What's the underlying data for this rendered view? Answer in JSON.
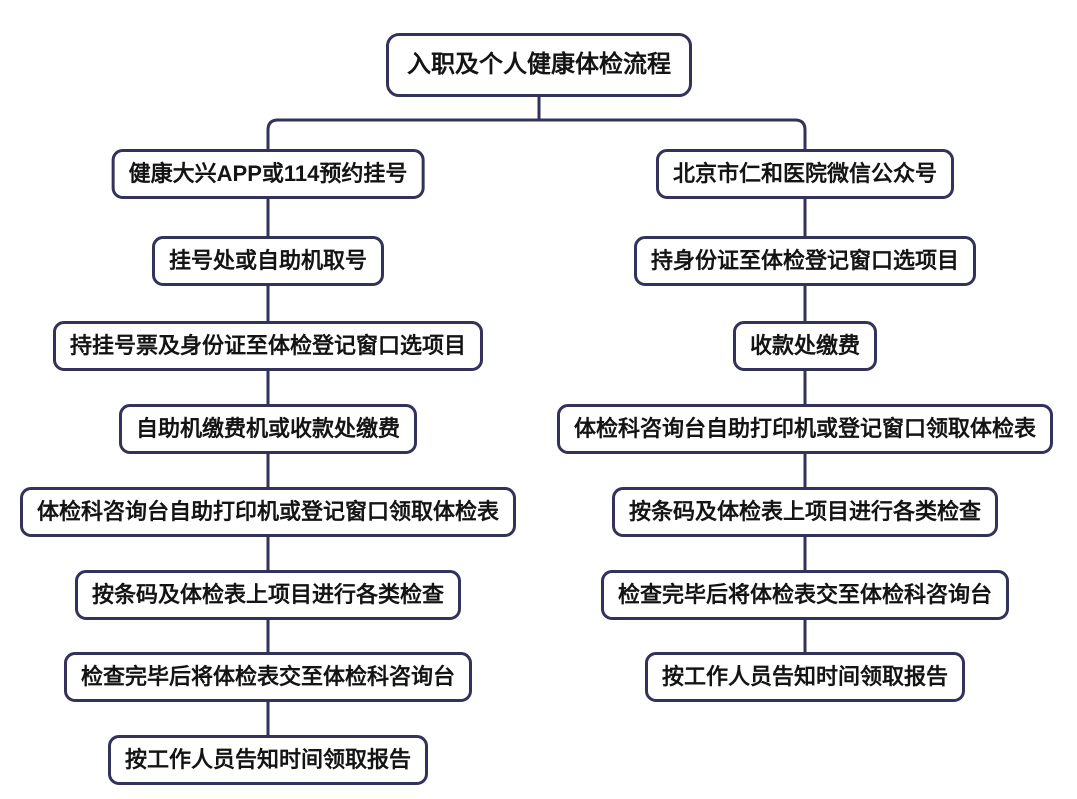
{
  "diagram": {
    "title": "入职及个人健康体检流程",
    "colors": {
      "line": "#32325a",
      "text": "#141414",
      "box_background": "#ffffff",
      "page_background": "#ffffff"
    },
    "left_branch": {
      "steps": [
        "健康大兴APP或114预约挂号",
        "挂号处或自助机取号",
        "持挂号票及身份证至体检登记窗口选项目",
        "自助机缴费机或收款处缴费",
        "体检科咨询台自助打印机或登记窗口领取体检表",
        "按条码及体检表上项目进行各类检查",
        "检查完毕后将体检表交至体检科咨询台",
        "按工作人员告知时间领取报告"
      ]
    },
    "right_branch": {
      "steps": [
        "北京市仁和医院微信公众号",
        "持身份证至体检登记窗口选项目",
        "收款处缴费",
        "体检科咨询台自助打印机或登记窗口领取体检表",
        "按条码及体检表上项目进行各类检查",
        "检查完毕后将体检表交至体检科咨询台",
        "按工作人员告知时间领取报告"
      ]
    }
  }
}
